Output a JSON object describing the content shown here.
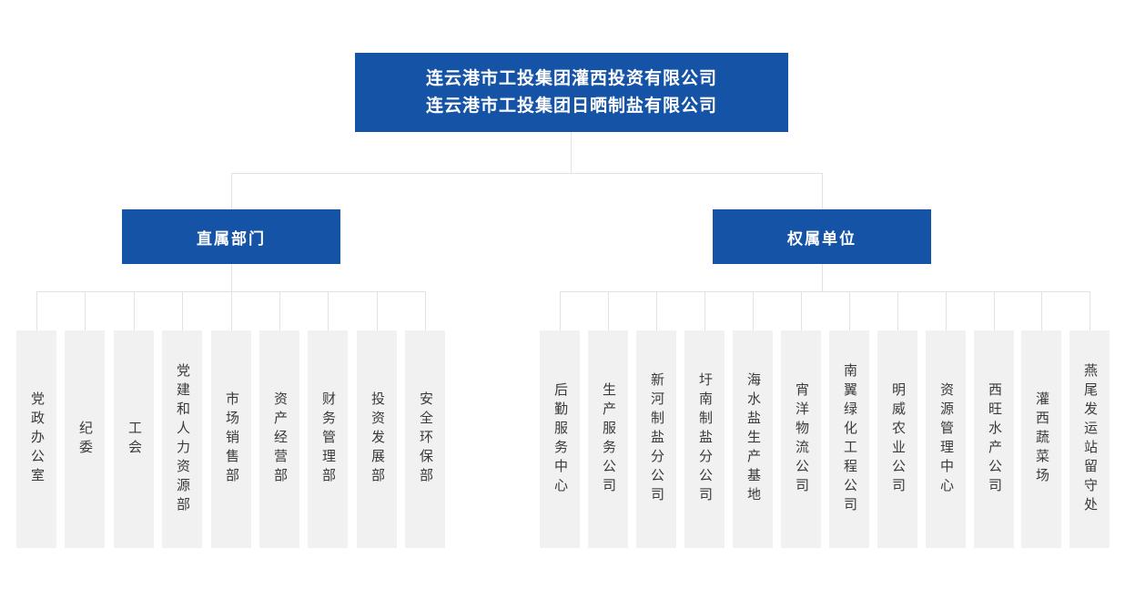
{
  "root": {
    "line1": "连云港市工投集团灌西投资有限公司",
    "line2": "连云港市工投集团日晒制盐有限公司"
  },
  "branches": [
    {
      "label": "直属部门",
      "children": [
        "党政办公室",
        "纪委",
        "工会",
        "党建和人力资源部",
        "市场销售部",
        "资产经营部",
        "财务管理部",
        "投资发展部",
        "安全环保部"
      ]
    },
    {
      "label": "权属单位",
      "children": [
        "后勤服务中心",
        "生产服务公司",
        "新河制盐分公司",
        "圩南制盐分公司",
        "海水盐生产基地",
        "宵洋物流公司",
        "南翼绿化工程公司",
        "明威农业公司",
        "资源管理中心",
        "西旺水产公司",
        "灌西蔬菜场",
        "燕尾发运站留守处"
      ]
    }
  ],
  "colors": {
    "primary_blue": "#1553a6",
    "leaf_background": "#f1f1f1",
    "connector_gray": "#e2e2e2",
    "leaf_text": "#3a3a3a"
  }
}
